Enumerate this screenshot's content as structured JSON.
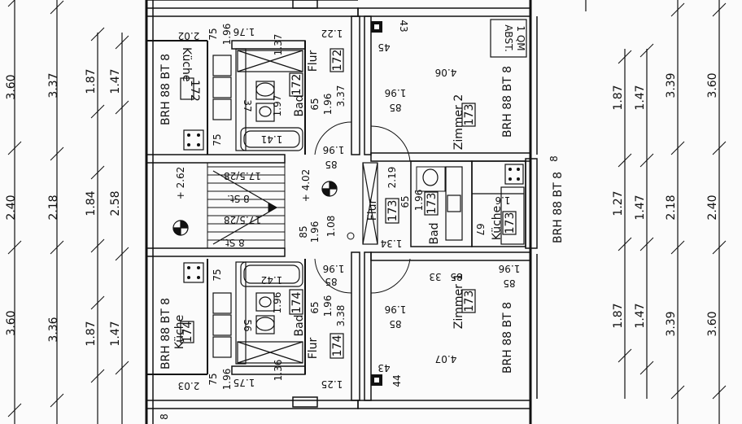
{
  "dimensions": {
    "left_outer": [
      "3.60",
      "2.40",
      "3.60"
    ],
    "left_mid": [
      "3.37",
      "2.18",
      "3.36"
    ],
    "left_inner_a": [
      "1.87",
      "1.84",
      "1.87"
    ],
    "left_inner_b": [
      "1.47",
      "2.58",
      "1.47"
    ],
    "right_inner_a": [
      "1.87",
      "1.27",
      "1.87"
    ],
    "right_inner_b": [
      "1.47",
      "1.47",
      "1.47"
    ],
    "right_mid": [
      "3.39",
      "2.18",
      "3.39"
    ],
    "right_outer": [
      "3.60",
      "2.40",
      "3.60"
    ]
  },
  "labels": {
    "flur": "Flur",
    "bad": "Bad",
    "kueche": "Küche",
    "zimmer1": "Zimmer 1",
    "zimmer2": "Zimmer 2",
    "brh": "BRH 88 BT 8",
    "abst": "ABST.",
    "qm": "1 QM",
    "r172": "172",
    "r173": "173",
    "r174": "174"
  },
  "measures": {
    "m2_02": "2.02",
    "m2_03": "2.03",
    "m1_76": "1.76",
    "m1_75": "1.75",
    "m1_22": "1.22",
    "m1_25": "1.25",
    "m1_37": "1.37",
    "m1_36": "1.36",
    "m1_97": "1.97",
    "m1_41": "1.41",
    "m1_42": "1.42",
    "m1_96": "1.96",
    "m2_62": "+ 2.62",
    "m4_02": "+ 4.02",
    "m17_5": "17.5/28",
    "m8_5": "8 St.",
    "m2_19": "2.19",
    "m1_08": "1.08",
    "m1_34": "1.34",
    "m3_37": "3.37",
    "m3_38": "3.38",
    "m4_06": "4.06",
    "m4_07": "4.07",
    "m1_6": "1.6",
    "m85": "85",
    "m65": "65",
    "m75": "75",
    "m43": "43",
    "m44": "44",
    "m45": "45",
    "m67": "67",
    "m33": "33",
    "m37": "37",
    "m56": "56"
  }
}
